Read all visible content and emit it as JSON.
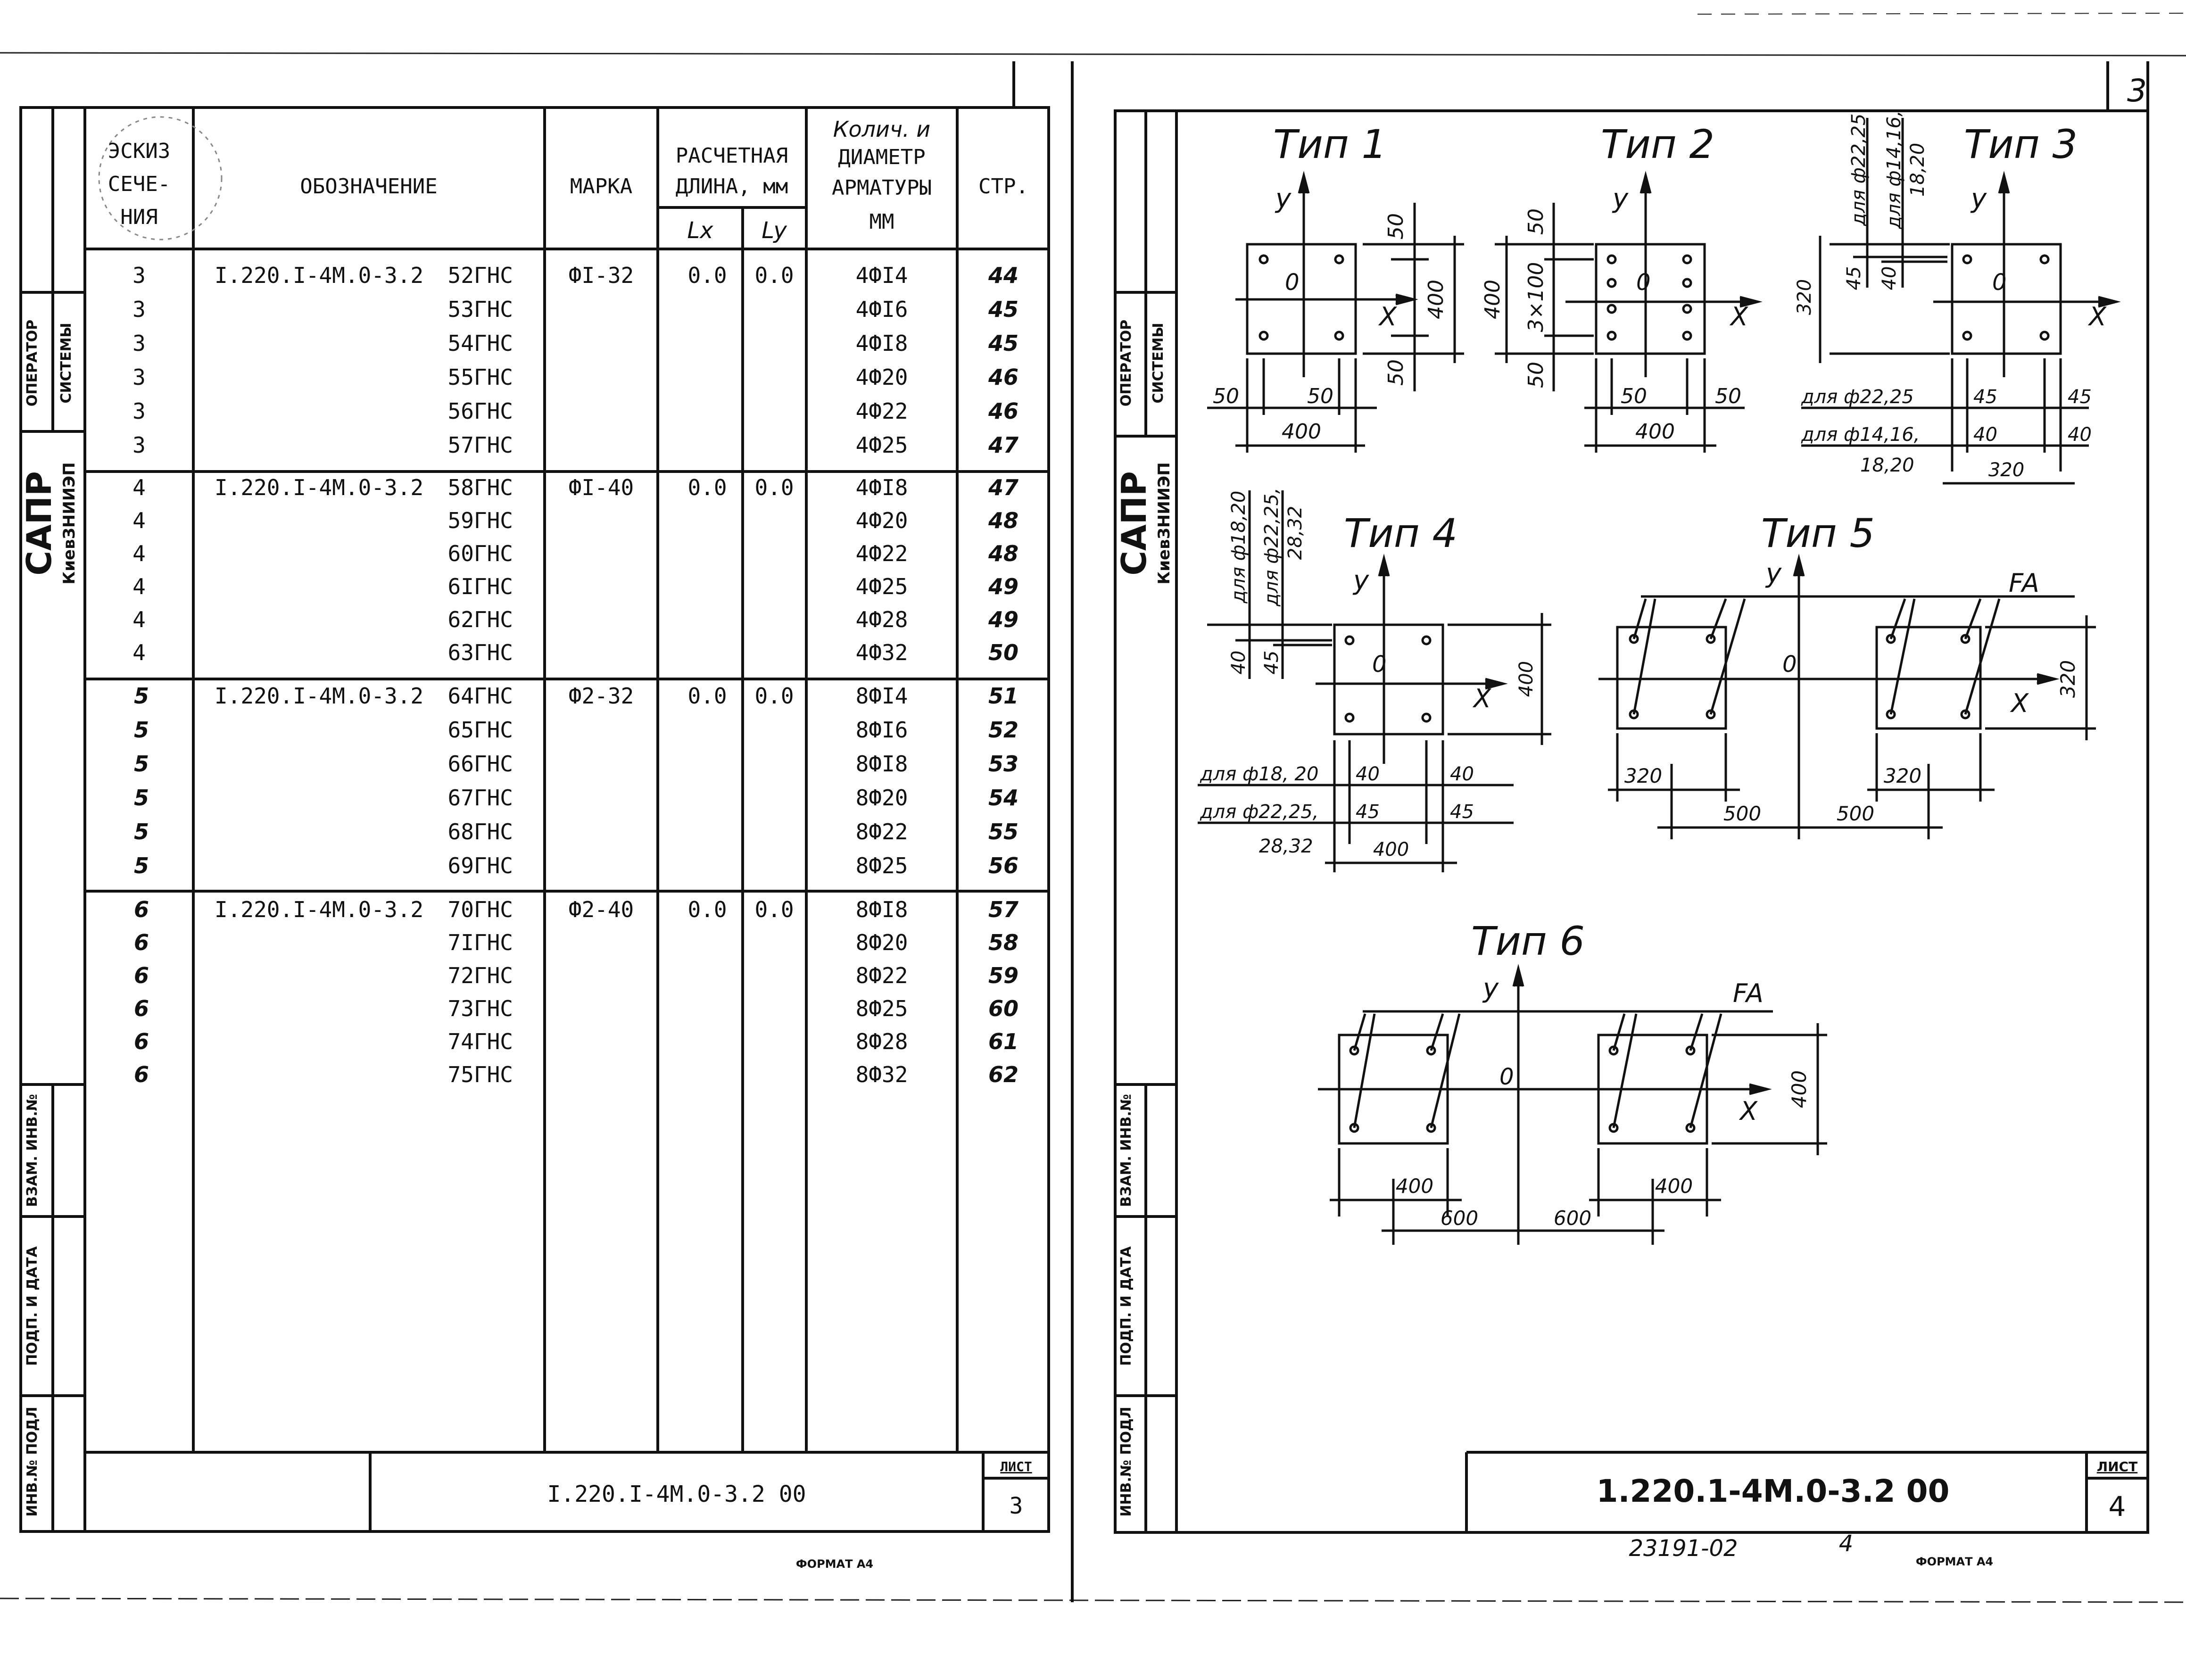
{
  "left_sheet": {
    "headers": {
      "sketch": [
        "ЭСКИЗ",
        "СЕЧЕ-",
        "НИЯ"
      ],
      "designation": "ОБОЗНАЧЕНИЕ",
      "mark": "МАРКА",
      "length": [
        "РАСЧЕТНАЯ",
        "ДЛИНА, мм"
      ],
      "lx": "Lx",
      "ly": "Ly",
      "reinf": [
        "Колич. и",
        "ДИАМЕТР",
        "АРМАТУРЫ",
        "ММ"
      ],
      "page": "СТР."
    },
    "side_labels": {
      "operator": [
        "ОПЕРАТОР",
        "СИСТЕМЫ"
      ],
      "sapr": "САПР",
      "org": "КиевЗНИИЭП",
      "vzam": "ВЗАМ. ИНВ.№",
      "podp": "ПОДП. И ДАТА",
      "inv": "ИНВ.№ ПОДЛ"
    },
    "groups": [
      {
        "sketch": "3",
        "designation": "I.220.I-4M.0-3.2",
        "mark": "ФI-32",
        "lx": "0.0",
        "ly": "0.0",
        "rows": [
          {
            "code": "52ГНС",
            "reinf": "4ФI4",
            "page": "44"
          },
          {
            "code": "53ГНС",
            "reinf": "4ФI6",
            "page": "45"
          },
          {
            "code": "54ГНС",
            "reinf": "4ФI8",
            "page": "45"
          },
          {
            "code": "55ГНС",
            "reinf": "4Ф20",
            "page": "46"
          },
          {
            "code": "56ГНС",
            "reinf": "4Ф22",
            "page": "46"
          },
          {
            "code": "57ГНС",
            "reinf": "4Ф25",
            "page": "47"
          }
        ]
      },
      {
        "sketch": "4",
        "designation": "I.220.I-4M.0-3.2",
        "mark": "ФI-40",
        "lx": "0.0",
        "ly": "0.0",
        "rows": [
          {
            "code": "58ГНС",
            "reinf": "4ФI8",
            "page": "47"
          },
          {
            "code": "59ГНС",
            "reinf": "4Ф20",
            "page": "48"
          },
          {
            "code": "60ГНС",
            "reinf": "4Ф22",
            "page": "48"
          },
          {
            "code": "6IГНС",
            "reinf": "4Ф25",
            "page": "49"
          },
          {
            "code": "62ГНС",
            "reinf": "4Ф28",
            "page": "49"
          },
          {
            "code": "63ГНС",
            "reinf": "4Ф32",
            "page": "50"
          }
        ]
      },
      {
        "sketch": "5",
        "designation": "I.220.I-4M.0-3.2",
        "mark": "Ф2-32",
        "lx": "0.0",
        "ly": "0.0",
        "rows": [
          {
            "code": "64ГНС",
            "reinf": "8ФI4",
            "page": "51"
          },
          {
            "code": "65ГНС",
            "reinf": "8ФI6",
            "page": "52"
          },
          {
            "code": "66ГНС",
            "reinf": "8ФI8",
            "page": "53"
          },
          {
            "code": "67ГНС",
            "reinf": "8Ф20",
            "page": "54"
          },
          {
            "code": "68ГНС",
            "reinf": "8Ф22",
            "page": "55"
          },
          {
            "code": "69ГНС",
            "reinf": "8Ф25",
            "page": "56"
          }
        ]
      },
      {
        "sketch": "6",
        "designation": "I.220.I-4M.0-3.2",
        "mark": "Ф2-40",
        "lx": "0.0",
        "ly": "0.0",
        "rows": [
          {
            "code": "70ГНС",
            "reinf": "8ФI8",
            "page": "57"
          },
          {
            "code": "7IГНС",
            "reinf": "8Ф20",
            "page": "58"
          },
          {
            "code": "72ГНС",
            "reinf": "8Ф22",
            "page": "59"
          },
          {
            "code": "73ГНС",
            "reinf": "8Ф25",
            "page": "60"
          },
          {
            "code": "74ГНС",
            "reinf": "8Ф28",
            "page": "61"
          },
          {
            "code": "75ГНС",
            "reinf": "8Ф32",
            "page": "62"
          }
        ]
      }
    ],
    "footer": {
      "doc_code": "I.220.I-4M.0-3.2 00",
      "sheet_label": "ЛИСТ",
      "sheet_no": "3"
    },
    "format": "ФОРМАТ А4"
  },
  "right_sheet": {
    "corner_no": "3",
    "side_labels": {
      "operator": [
        "ОПЕРАТОР",
        "СИСТЕМЫ"
      ],
      "sapr": "САПР",
      "org": "КиевЗНИИЭП",
      "vzam": "ВЗАМ. ИНВ.№",
      "podp": "ПОДП. И ДАТА",
      "inv": "ИНВ.№ ПОДЛ"
    },
    "types": {
      "t1": {
        "title": "Тип 1",
        "y": "y",
        "x": "X",
        "o": "0",
        "dims": {
          "top": "50",
          "mid": "400",
          "bot": "50",
          "left": "50",
          "right": "50",
          "width": "400"
        }
      },
      "t2": {
        "title": "Тип 2",
        "y": "y",
        "x": "X",
        "o": "0",
        "dims": {
          "top": "50",
          "mid": "3×100",
          "bot": "50",
          "height": "400",
          "left": "50",
          "right": "50",
          "width": "400"
        }
      },
      "t3": {
        "title": "Тип 3",
        "y": "y",
        "x": "X",
        "o": "0",
        "dims": {
          "v_label_a": "для ф22,25",
          "v_label_b": "для ф14,16,",
          "v_label_c": "18,20",
          "v45": "45",
          "v40": "40",
          "height": "320",
          "h_label_a": "для ф22,25",
          "h_label_b": "для ф14,16,",
          "h_label_c": "18,20",
          "h45a": "45",
          "h45b": "45",
          "h40a": "40",
          "h40b": "40",
          "width": "320"
        }
      },
      "t4": {
        "title": "Тип 4",
        "y": "y",
        "x": "X",
        "o": "0",
        "dims": {
          "v_label_a": "для ф18,20",
          "v_label_b": "для ф22,25,",
          "v_label_c": "28,32",
          "v40": "40",
          "v45": "45",
          "height": "400",
          "h_label_a": "для ф18, 20",
          "h_label_b": "для ф22,25,",
          "h_label_c": "28,32",
          "h40a": "40",
          "h40b": "40",
          "h45a": "45",
          "h45b": "45",
          "width": "400"
        }
      },
      "t5": {
        "title": "Тип 5",
        "y": "y",
        "x": "X",
        "o": "0",
        "fa": "FA",
        "dims": {
          "height": "320",
          "w1": "320",
          "w2": "320",
          "d1": "500",
          "d2": "500"
        }
      },
      "t6": {
        "title": "Тип 6",
        "y": "y",
        "x": "X",
        "o": "0",
        "fa": "FA",
        "dims": {
          "height": "400",
          "w1": "400",
          "w2": "400",
          "d1": "600",
          "d2": "600"
        }
      }
    },
    "footer": {
      "doc_code": "1.220.1-4М.0-3.2   00",
      "sheet_label": "ЛИСТ",
      "sheet_no": "4"
    },
    "stamp_no": "23191-02",
    "stamp_sheet": "4",
    "format": "ФОРМАТ А4"
  }
}
